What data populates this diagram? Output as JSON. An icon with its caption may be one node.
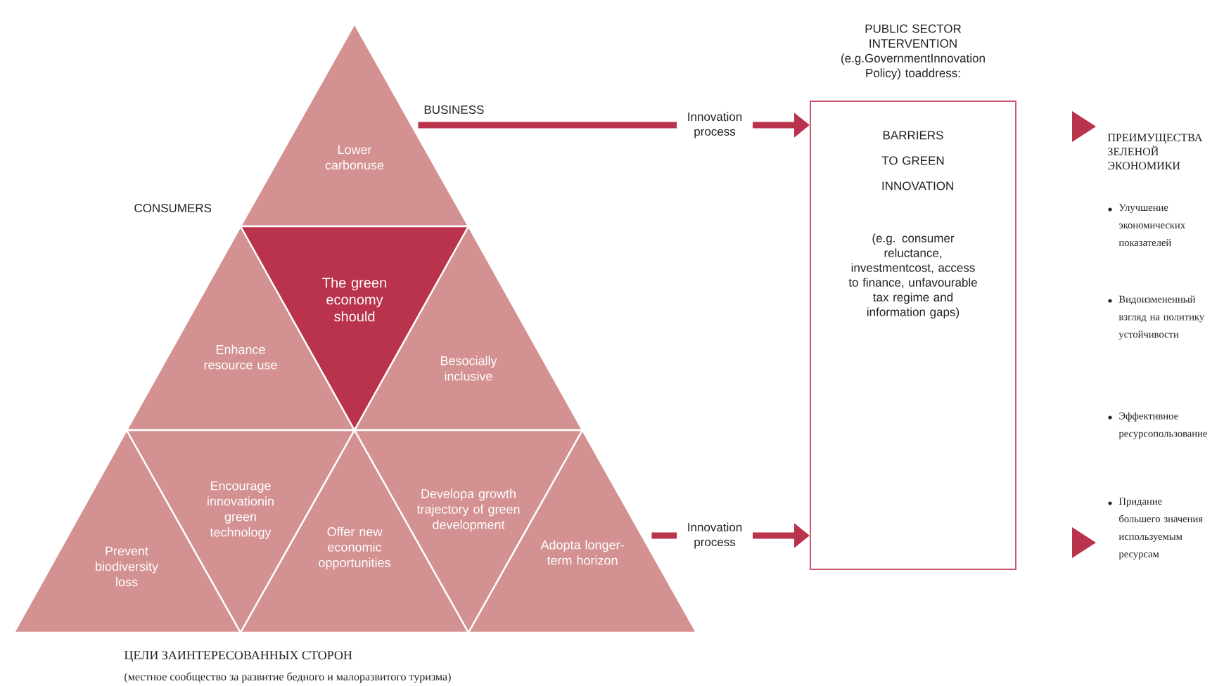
{
  "diagram": {
    "nodes": [
      {
        "text": [
          "Lower carbonuse"
        ]
      },
      {
        "text": [
          "Enhance resource use"
        ]
      },
      {
        "text": [
          "The green economy should"
        ]
      },
      {
        "text": [
          "Besocially inclusive"
        ]
      },
      {
        "text": [
          "Prevent biodiversity loss"
        ]
      },
      {
        "text": [
          "Encourage innovationin green technology"
        ]
      },
      {
        "text": [
          "Offer new economic opportunities"
        ]
      },
      {
        "text": [
          "Developa growth trajectory of green development"
        ]
      },
      {
        "text": [
          "Adopta longer-term horizon"
        ]
      },
      {
        "text": [
          "PUBLIC SECTOR INTERVENTION (e.g.GovernmentInnovation Policy) toaddress:",
          "BARRIERS TO GREEN INNOVATION",
          "(e.g. consumer reluctance, investmentcost, access to finance, unfavourable tax regime and information gaps)"
        ]
      }
    ],
    "edges": [
      {
        "from": 0,
        "to": 9,
        "arrow": "to",
        "label": "Innovation process"
      },
      {
        "from": 8,
        "to": 9,
        "arrow": "to",
        "label": "Innovation process"
      }
    ],
    "labels": [
      "BUSINESS",
      "CONSUMERS",
      "ПРЕИМУЩЕСТВА ЗЕЛЕНОЙ ЭКОНОМИКИ",
      "Улучшение экономических показателей",
      "Видоизмененный взгляд на политику устойчивости",
      "Эффективное ресурсопользование",
      "Придание большего значения используемым ресурсам",
      "ЦЕЛИ ЗАИНТЕРЕСОВАННЫХ СТОРОН",
      "(местное сообщество за развитие бедного и малоразвитого туризма)"
    ]
  }
}
